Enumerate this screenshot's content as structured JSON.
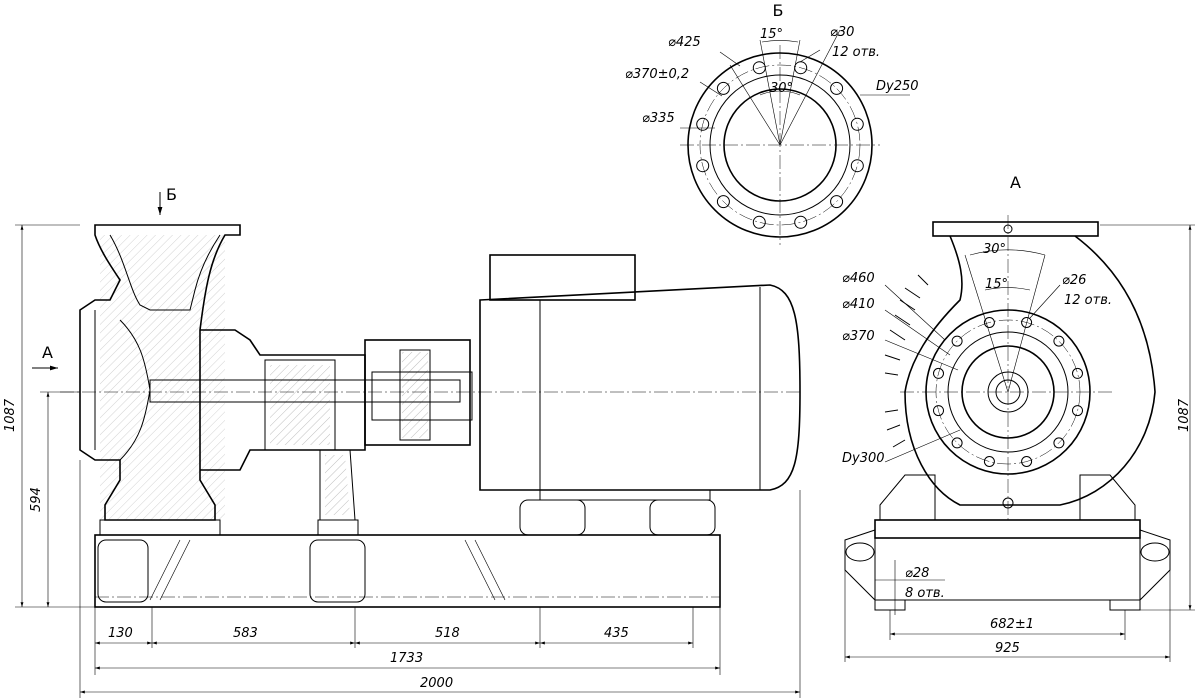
{
  "views": {
    "section_b_label": "Б",
    "section_a_label": "А",
    "arrow_b_label": "Б",
    "arrow_a_label": "А"
  },
  "dimensions": {
    "overall_length": "2000",
    "frame_length": "1733",
    "seg_130": "130",
    "seg_583": "583",
    "seg_518": "518",
    "seg_435": "435",
    "height_1087_left": "1087",
    "height_594": "594",
    "height_1087_right": "1087",
    "width_682": "682±1",
    "width_925": "925",
    "base_hole_dia": "⌀28",
    "base_hole_count": "8 отв.",
    "flange_b": {
      "d425": "⌀425",
      "d370": "⌀370±0,2",
      "d335": "⌀335",
      "angle15": "15°",
      "angle30": "30°",
      "hole_dia": "⌀30",
      "hole_count": "12 отв.",
      "dy": "Dy250"
    },
    "flange_a": {
      "angle30": "30°",
      "angle15": "15°",
      "d460": "⌀460",
      "d410": "⌀410",
      "d370": "⌀370",
      "hole_dia": "⌀26",
      "hole_count": "12 отв.",
      "dy": "Dy300"
    }
  }
}
